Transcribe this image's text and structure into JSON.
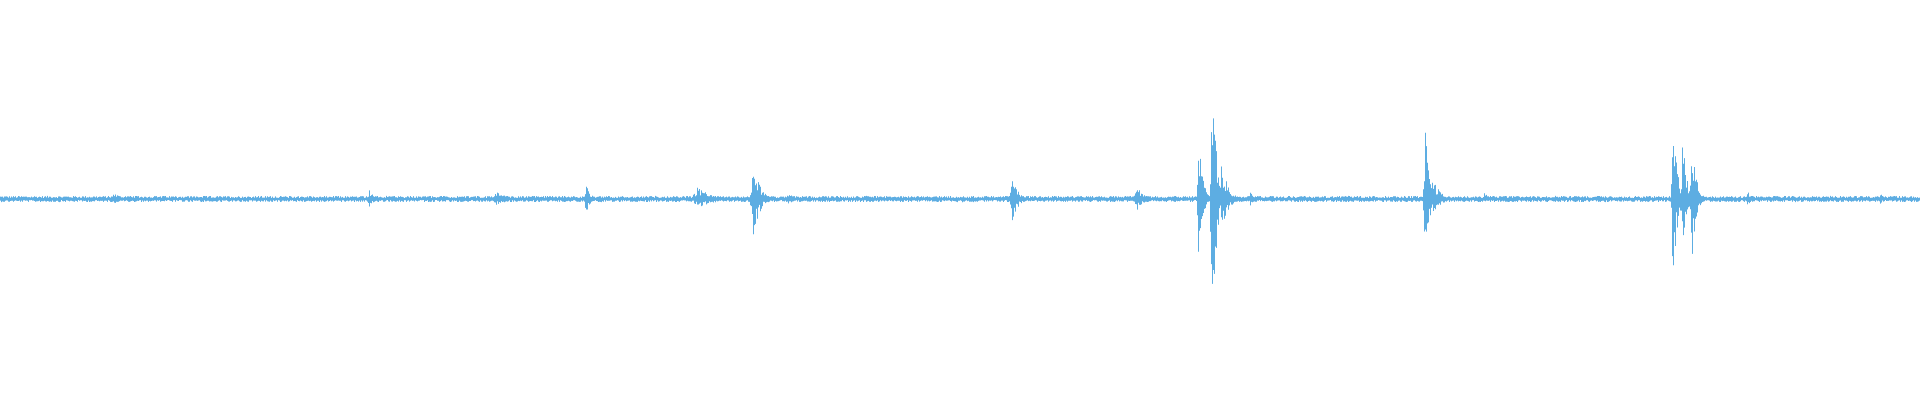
{
  "waveform": {
    "color": "#5dade2",
    "background": "#ffffff",
    "noise_floor": 0.012,
    "events": [
      {
        "t": 0.059,
        "up": 0.04,
        "down": 0.03,
        "spread": 0.004
      },
      {
        "t": 0.192,
        "up": 0.07,
        "down": 0.07,
        "spread": 0.002
      },
      {
        "t": 0.258,
        "up": 0.05,
        "down": 0.04,
        "spread": 0.006
      },
      {
        "t": 0.305,
        "up": 0.1,
        "down": 0.1,
        "spread": 0.002
      },
      {
        "t": 0.363,
        "up": 0.07,
        "down": 0.06,
        "spread": 0.008
      },
      {
        "t": 0.392,
        "up": 0.28,
        "down": 0.27,
        "spread": 0.003
      },
      {
        "t": 0.41,
        "up": 0.05,
        "down": 0.04,
        "spread": 0.003
      },
      {
        "t": 0.451,
        "up": 0.02,
        "down": 0.02,
        "spread": 0.003
      },
      {
        "t": 0.501,
        "up": 0.03,
        "down": 0.02,
        "spread": 0.003
      },
      {
        "t": 0.527,
        "up": 0.15,
        "down": 0.14,
        "spread": 0.003
      },
      {
        "t": 0.592,
        "up": 0.08,
        "down": 0.07,
        "spread": 0.004
      },
      {
        "t": 0.624,
        "up": 0.43,
        "down": 0.34,
        "spread": 0.002
      },
      {
        "t": 0.631,
        "up": 0.95,
        "down": 0.95,
        "spread": 0.002
      },
      {
        "t": 0.636,
        "up": 0.25,
        "down": 0.22,
        "spread": 0.003
      },
      {
        "t": 0.651,
        "up": 0.05,
        "down": 0.05,
        "spread": 0.002
      },
      {
        "t": 0.742,
        "up": 0.45,
        "down": 0.45,
        "spread": 0.002
      },
      {
        "t": 0.746,
        "up": 0.12,
        "down": 0.1,
        "spread": 0.004
      },
      {
        "t": 0.773,
        "up": 0.04,
        "down": 0.03,
        "spread": 0.002
      },
      {
        "t": 0.871,
        "up": 0.57,
        "down": 0.57,
        "spread": 0.002
      },
      {
        "t": 0.876,
        "up": 0.42,
        "down": 0.38,
        "spread": 0.002
      },
      {
        "t": 0.881,
        "up": 0.42,
        "down": 0.4,
        "spread": 0.002
      },
      {
        "t": 0.91,
        "up": 0.05,
        "down": 0.05,
        "spread": 0.002
      },
      {
        "t": 0.979,
        "up": 0.04,
        "down": 0.03,
        "spread": 0.002
      }
    ]
  }
}
